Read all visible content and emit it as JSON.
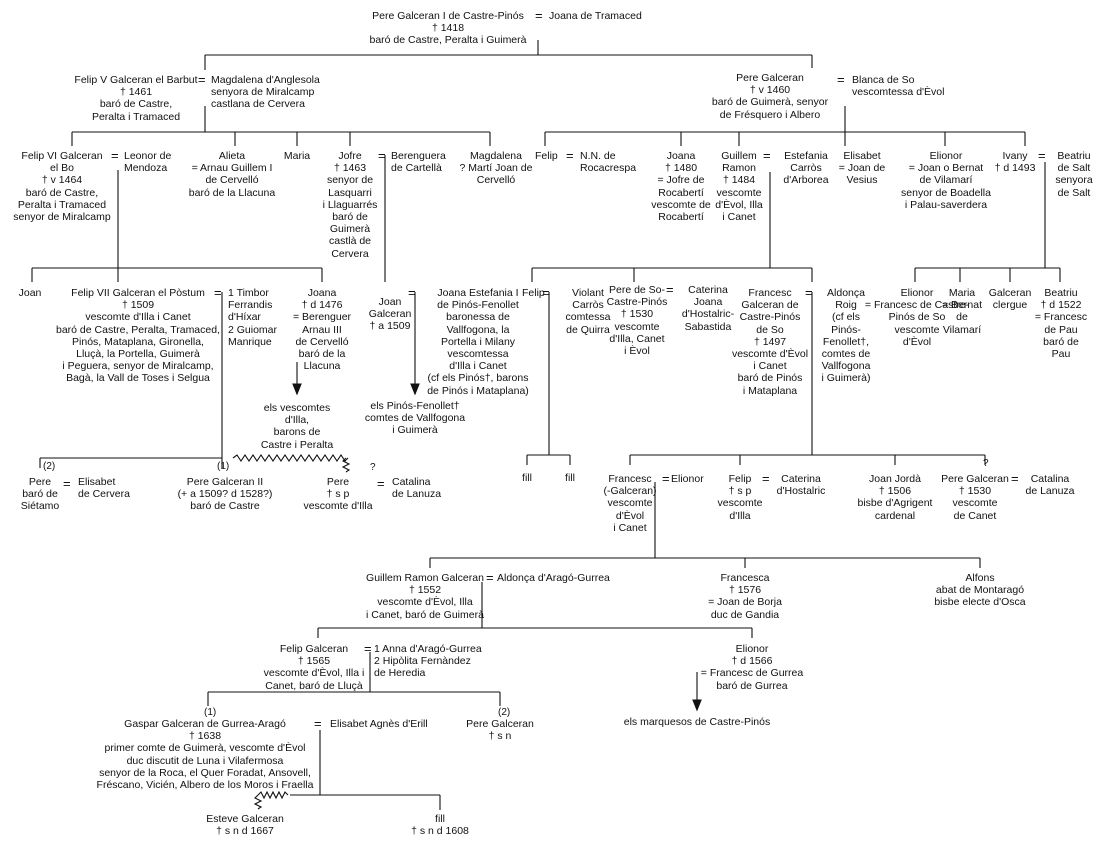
{
  "nodes": [
    {
      "id": "n1",
      "lines": [
        "Pere Galceran I de Castre-Pinós",
        "† 1418",
        "baró de Castre, Peralta i Guimerà"
      ]
    },
    {
      "id": "n2",
      "lines": [
        "Joana de Tramaced"
      ]
    },
    {
      "id": "n3",
      "lines": [
        "Felip V Galceran el Barbut",
        "† 1461",
        "baró de Castre,",
        "Peralta i Tramaced"
      ]
    },
    {
      "id": "n4",
      "lines": [
        "Magdalena d'Anglesola",
        "senyora de Miralcamp",
        "castlana de Cervera"
      ]
    },
    {
      "id": "n5",
      "lines": [
        "Pere Galceran",
        "† v 1460",
        "baró de Guimerà, senyor",
        "de Frésquero i Albero"
      ]
    },
    {
      "id": "n6",
      "lines": [
        "Blanca de So",
        "vescomtessa d'Èvol"
      ]
    },
    {
      "id": "n7",
      "lines": [
        "Felip VI Galceran",
        "el Bo",
        "† v 1464",
        "baró de Castre,",
        "Peralta i Tramaced",
        "senyor de Miralcamp"
      ]
    },
    {
      "id": "n8",
      "lines": [
        "Leonor de",
        "Mendoza"
      ]
    },
    {
      "id": "n9",
      "lines": [
        "Alieta",
        "= Arnau Guillem I",
        "de Cervelló",
        "baró de la Llacuna"
      ]
    },
    {
      "id": "n10",
      "lines": [
        "Maria"
      ]
    },
    {
      "id": "n11",
      "lines": [
        "Jofre",
        "† 1463",
        "senyor de",
        "Lasquarri",
        "i Llaguarrés",
        "baró de",
        "Guimerà",
        "castlà de",
        "Cervera"
      ]
    },
    {
      "id": "n12",
      "lines": [
        "Berenguera",
        "de Cartellà"
      ]
    },
    {
      "id": "n13",
      "lines": [
        "Magdalena",
        "? Martí Joan de",
        "Cervelló"
      ]
    },
    {
      "id": "n14",
      "lines": [
        "Felip"
      ]
    },
    {
      "id": "n15",
      "lines": [
        "N.N. de",
        "Rocacrespa"
      ]
    },
    {
      "id": "n16",
      "lines": [
        "Joana",
        "† 1480",
        "= Jofre de",
        "Rocabertí",
        "vescomte de",
        "Rocabertí"
      ]
    },
    {
      "id": "n17",
      "lines": [
        "Guillem",
        "Ramon",
        "† 1484",
        "vescomte",
        "d'Èvol, Illa",
        "i Canet"
      ]
    },
    {
      "id": "n18",
      "lines": [
        "Estefania",
        "Carròs",
        "d'Arborea"
      ]
    },
    {
      "id": "n19",
      "lines": [
        "Elisabet",
        "= Joan de",
        "Vesius"
      ]
    },
    {
      "id": "n20",
      "lines": [
        "Elionor",
        "= Joan o Bernat",
        "de Vilamarí",
        "senyor de Boadella",
        "i Palau-saverdera"
      ]
    },
    {
      "id": "n21",
      "lines": [
        "Ivany",
        "† d 1493"
      ]
    },
    {
      "id": "n22",
      "lines": [
        "Beatriu",
        "de Salt",
        "senyora",
        "de Salt"
      ]
    },
    {
      "id": "n23",
      "lines": [
        "Joan"
      ]
    },
    {
      "id": "n24",
      "lines": [
        "Felip VII Galceran el Pòstum",
        "† 1509",
        "vescomte d'Illa i Canet",
        "baró de Castre, Peralta, Tramaced,",
        "Pinós, Mataplana, Gironella,",
        "Lluçà, la Portella, Guimerà",
        "i Peguera, senyor de Miralcamp,",
        "Bagà, la Vall de Toses i Selgua"
      ]
    },
    {
      "id": "n25",
      "lines": [
        "1 Timbor",
        "Ferrandis",
        "d'Híxar",
        "2 Guiomar",
        "Manrique"
      ]
    },
    {
      "id": "n26",
      "lines": [
        "Joana",
        "† d 1476",
        "= Berenguer",
        "Arnau III",
        "de Cervelló",
        "baró de la",
        "Llacuna"
      ]
    },
    {
      "id": "n27",
      "lines": [
        "Joan",
        "Galceran",
        "† a 1509"
      ]
    },
    {
      "id": "n28",
      "lines": [
        "Joana Estefania I",
        "de Pinós-Fenollet",
        "baronessa de",
        "Vallfogona, la",
        "Portella i Milany",
        "vescomtessa",
        "d'Illa i Canet",
        "(cf els Pinós†, barons",
        "de Pinós i Mataplana)"
      ]
    },
    {
      "id": "n29",
      "lines": [
        "Felip"
      ]
    },
    {
      "id": "n30",
      "lines": [
        "Violant",
        "Carròs",
        "comtessa",
        "de Quirra"
      ]
    },
    {
      "id": "n31",
      "lines": [
        "Pere de So-",
        "Castre-Pinós",
        "† 1530",
        "vescomte",
        "d'Illa, Canet",
        "i Èvol"
      ]
    },
    {
      "id": "n32",
      "lines": [
        "Caterina",
        "Joana",
        "d'Hostalric-",
        "Sabastida"
      ]
    },
    {
      "id": "n33",
      "lines": [
        "Francesc",
        "Galceran de",
        "Castre-Pinós",
        "de So",
        "† 1497",
        "vescomte d'Èvol",
        "i Canet",
        "baró de Pinós",
        "i Mataplana"
      ]
    },
    {
      "id": "n34",
      "lines": [
        "Aldonça",
        "Roig",
        "(cf els",
        "Pinós-",
        "Fenollet†,",
        "comtes de",
        "Vallfogona",
        "i Guimerà)"
      ]
    },
    {
      "id": "n35",
      "lines": [
        "Elionor",
        "= Francesc de Castre-",
        "Pinós de So",
        "vescomte",
        "d'Èvol"
      ]
    },
    {
      "id": "n36",
      "lines": [
        "Maria",
        "= Bernat",
        "de",
        "Vilamarí"
      ]
    },
    {
      "id": "n37",
      "lines": [
        "Galceran",
        "clergue"
      ]
    },
    {
      "id": "n38",
      "lines": [
        "Beatriu",
        "† d 1522",
        "= Francesc",
        "de Pau",
        "baró de",
        "Pau"
      ]
    },
    {
      "id": "n39",
      "lines": [
        "els vescomtes",
        "d'Illa,",
        "barons de",
        "Castre i Peralta"
      ]
    },
    {
      "id": "n40",
      "lines": [
        "els Pinós-Fenollet†",
        "comtes de Vallfogona",
        "i Guimerà"
      ]
    },
    {
      "id": "n41",
      "lines": [
        "Pere",
        "baró de",
        "Siétamo"
      ]
    },
    {
      "id": "n42",
      "lines": [
        "Elisabet",
        "de Cervera"
      ]
    },
    {
      "id": "n43",
      "lines": [
        "Pere Galceran II",
        "(+ a 1509? d 1528?)",
        "baró de Castre"
      ]
    },
    {
      "id": "n44",
      "lines": [
        "Pere",
        "† s p",
        "vescomte d'Illa"
      ]
    },
    {
      "id": "n45",
      "lines": [
        "Catalina",
        "de Lanuza"
      ]
    },
    {
      "id": "n46",
      "lines": [
        "fill"
      ]
    },
    {
      "id": "n47",
      "lines": [
        "fill"
      ]
    },
    {
      "id": "n48",
      "lines": [
        "Francesc",
        "(-Galceran)",
        "vescomte",
        "d'Èvol",
        "i Canet"
      ]
    },
    {
      "id": "n49",
      "lines": [
        "Elionor"
      ]
    },
    {
      "id": "n50",
      "lines": [
        "Felip",
        "† s p",
        "vescomte",
        "d'Illa"
      ]
    },
    {
      "id": "n51",
      "lines": [
        "Caterina",
        "d'Hostalric"
      ]
    },
    {
      "id": "n52",
      "lines": [
        "Joan Jordà",
        "† 1506",
        "bisbe d'Agrigent",
        "cardenal"
      ]
    },
    {
      "id": "n53",
      "lines": [
        "Pere Galceran",
        "† 1530",
        "vescomte",
        "de Canet"
      ]
    },
    {
      "id": "n54",
      "lines": [
        "Catalina",
        "de Lanuza"
      ]
    },
    {
      "id": "n55",
      "lines": [
        "Guillem Ramon Galceran",
        "† 1552",
        "vescomte d'Èvol, Illa",
        "i Canet, baró de Guimerà"
      ]
    },
    {
      "id": "n56",
      "lines": [
        "Aldonça d'Aragó-Gurrea"
      ]
    },
    {
      "id": "n57",
      "lines": [
        "Francesca",
        "† 1576",
        "= Joan de Borja",
        "duc de Gandia"
      ]
    },
    {
      "id": "n58",
      "lines": [
        "Alfons",
        "abat de Montaragó",
        "bisbe electe d'Osca"
      ]
    },
    {
      "id": "n59",
      "lines": [
        "Felip Galceran",
        "† 1565",
        "vescomte d'Èvol, Illa i",
        "Canet, baró de Lluçà"
      ]
    },
    {
      "id": "n60",
      "lines": [
        "1 Anna d'Aragó-Gurrea",
        "2 Hipòlita Fernàndez",
        "de Heredia"
      ]
    },
    {
      "id": "n61",
      "lines": [
        "Elionor",
        "† d 1566",
        "= Francesc de Gurrea",
        "baró de Gurrea"
      ]
    },
    {
      "id": "n62",
      "lines": [
        "els marquesos de Castre-Pinós"
      ]
    },
    {
      "id": "n63",
      "lines": [
        "Gaspar Galceran de Gurrea-Aragó",
        "† 1638",
        "primer comte de Guimerà, vescomte d'Èvol",
        "duc discutit de Luna i Vilafermosa",
        "senyor de la Roca, el Quer Foradat, Ansovell,",
        "Fréscano, Vicién, Albero de los Moros i Fraella"
      ]
    },
    {
      "id": "n64",
      "lines": [
        "Elisabet Agnès d'Erill"
      ]
    },
    {
      "id": "n65",
      "lines": [
        "Pere Galceran",
        "† s n"
      ]
    },
    {
      "id": "n66",
      "lines": [
        "Esteve Galceran",
        "† s n d 1667"
      ]
    },
    {
      "id": "n67",
      "lines": [
        "fill",
        "† s n d 1608"
      ]
    }
  ],
  "markers": [
    {
      "id": "m1",
      "text": "(2)"
    },
    {
      "id": "m2",
      "text": "(1)"
    },
    {
      "id": "m3",
      "text": "?"
    },
    {
      "id": "m4",
      "text": "?"
    },
    {
      "id": "m5",
      "text": "(1)"
    },
    {
      "id": "m6",
      "text": "(2)"
    }
  ]
}
